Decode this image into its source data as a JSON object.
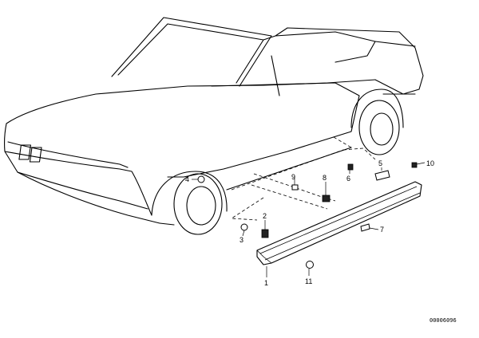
{
  "diagram": {
    "reference_number": "00006096",
    "callouts": [
      {
        "id": "c1",
        "label": "1"
      },
      {
        "id": "c2",
        "label": "2"
      },
      {
        "id": "c3",
        "label": "3"
      },
      {
        "id": "c4",
        "label": "4"
      },
      {
        "id": "c5",
        "label": "5"
      },
      {
        "id": "c6",
        "label": "6"
      },
      {
        "id": "c7",
        "label": "7"
      },
      {
        "id": "c8",
        "label": "8"
      },
      {
        "id": "c9",
        "label": "9"
      },
      {
        "id": "c10",
        "label": "10"
      },
      {
        "id": "c11",
        "label": "11"
      }
    ]
  }
}
